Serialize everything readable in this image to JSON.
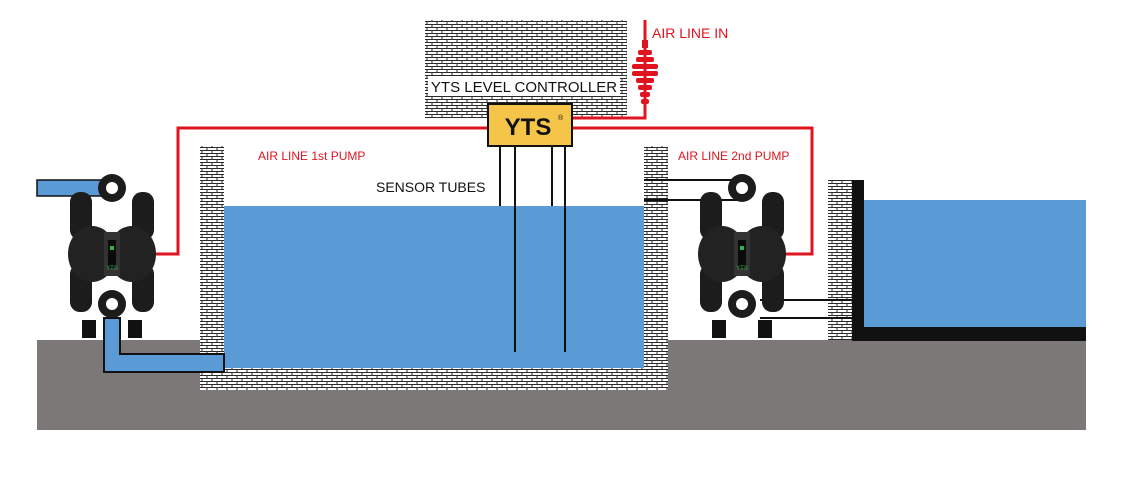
{
  "labels": {
    "air_line_in": "AIR LINE IN",
    "controller": "YTS LEVEL CONTROLLER",
    "logo": "YTS",
    "logo_mark": "®",
    "air_line_1": "AIR LINE 1st PUMP",
    "air_line_2": "AIR LINE 2nd PUMP",
    "sensor_tubes": "SENSOR TUBES",
    "pump_badge": "YTS"
  },
  "colors": {
    "air_line": "#e0141e",
    "water": "#5b9bd5",
    "ground": "#7c7878",
    "controller_box": "#f5c54a",
    "pump_body": "#1c1c1c",
    "brick_mortar": "#ffffff",
    "brick_line": "#333333"
  },
  "icons": {
    "air_regulator": "coil-icon",
    "pump": "diaphragm-pump-icon"
  }
}
